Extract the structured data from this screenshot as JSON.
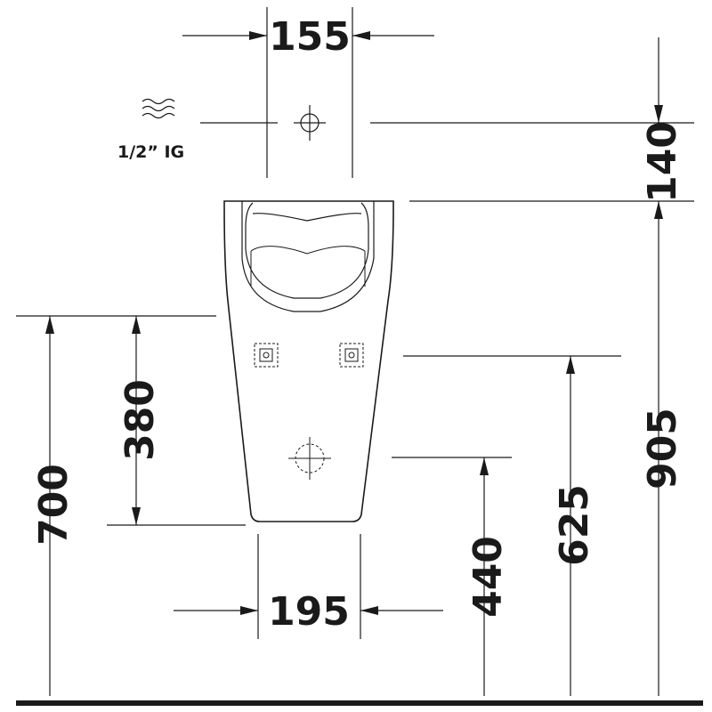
{
  "diagram": {
    "dimensions": {
      "top_width": "155",
      "bottom_width": "195",
      "left_outer_height": "700",
      "left_inner_height": "380",
      "inlet_offset": "140",
      "total_height": "905",
      "mid_height": "625",
      "outlet_height": "440"
    },
    "inlet": {
      "label": "1/2” IG",
      "icon": "water-wave-icon"
    }
  }
}
